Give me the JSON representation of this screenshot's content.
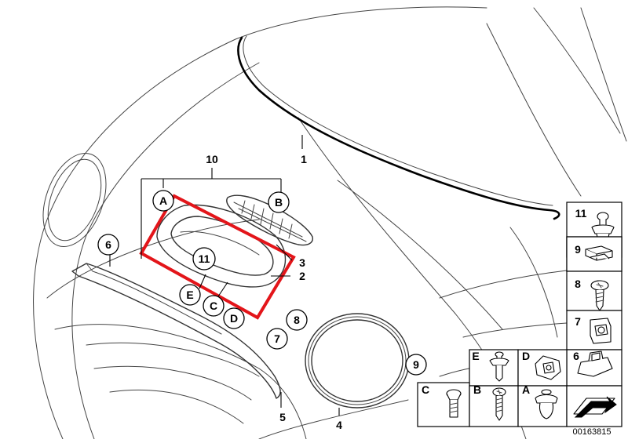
{
  "callouts": {
    "c1": "1",
    "c2": "2",
    "c3": "3",
    "c4": "4",
    "c5": "5",
    "c6": "6",
    "c7": "7",
    "c8": "8",
    "c9": "9",
    "c10": "10",
    "c11": "11",
    "cA": "A",
    "cB": "B",
    "cC": "C",
    "cD": "D",
    "cE": "E"
  },
  "legend": {
    "r11": "11",
    "r9": "9",
    "r8": "8",
    "r7": "7",
    "r6": "6",
    "rE": "E",
    "rD": "D",
    "rC": "C",
    "rB": "B",
    "rA": "A"
  },
  "diagram_id": "00163815",
  "colors": {
    "highlight": "#e3151a",
    "line": "#000000"
  }
}
